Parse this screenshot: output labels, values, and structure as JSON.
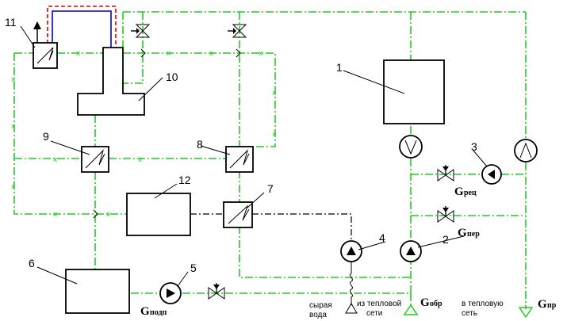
{
  "labels": {
    "n1": "1",
    "n2": "2",
    "n3": "3",
    "n4": "4",
    "n5": "5",
    "n6": "6",
    "n7": "7",
    "n8": "8",
    "n9": "9",
    "n10": "10",
    "n11": "11",
    "n12": "12"
  },
  "flows": {
    "g_rec_main": "G",
    "g_rec_sub": "рец",
    "g_per_main": "G",
    "g_per_sub": "пер",
    "g_podp_main": "G",
    "g_podp_sub": "подп",
    "g_obr_main": "G",
    "g_obr_sub": "обр",
    "g_pr_main": "G",
    "g_pr_sub": "пр"
  },
  "captions": {
    "raw_water_1": "сырая",
    "raw_water_2": "вода",
    "from_net_1": "из тепловой",
    "from_net_2": "сети",
    "to_net_1": "в тепловую",
    "to_net_2": "сеть"
  },
  "colors": {
    "pipe": "#22cc22",
    "red": "#dd0000",
    "blue": "#0000cc"
  }
}
